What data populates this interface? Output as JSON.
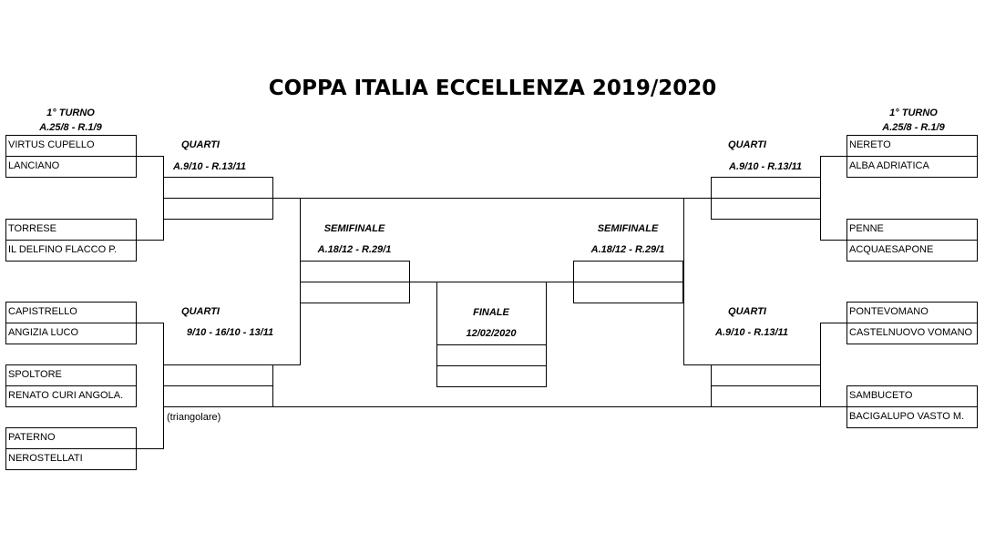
{
  "title": "COPPA ITALIA ECCELLENZA 2019/2020",
  "left": {
    "round1_label": "1° TURNO",
    "round1_dates": "A.25/8 - R.1/9",
    "quarti_top_label": "QUARTI",
    "quarti_top_dates": "A.9/10 - R.13/11",
    "quarti_bottom_label": "QUARTI",
    "quarti_bottom_dates": "9/10 - 16/10 - 13/11",
    "semi_label": "SEMIFINALE",
    "semi_dates": "A.18/12 - R.29/1",
    "triangolare_note": "(triangolare)",
    "teams": [
      "VIRTUS CUPELLO",
      "LANCIANO",
      "TORRESE",
      "IL DELFINO FLACCO P.",
      "CAPISTRELLO",
      "ANGIZIA LUCO",
      "SPOLTORE",
      "RENATO CURI ANGOLA.",
      "PATERNO",
      "NEROSTELLATI"
    ]
  },
  "right": {
    "round1_label": "1° TURNO",
    "round1_dates": "A.25/8 - R.1/9",
    "quarti_top_label": "QUARTI",
    "quarti_top_dates": "A.9/10 - R.13/11",
    "quarti_bottom_label": "QUARTI",
    "quarti_bottom_dates": "A.9/10 - R.13/11",
    "semi_label": "SEMIFINALE",
    "semi_dates": "A.18/12 - R.29/1",
    "teams": [
      "NERETO",
      "ALBA ADRIATICA",
      "PENNE",
      "ACQUAESAPONE",
      "PONTEVOMANO",
      "CASTELNUOVO VOMANO",
      "SAMBUCETO",
      "BACIGALUPO VASTO M."
    ]
  },
  "final": {
    "label": "FINALE",
    "date": "12/02/2020"
  }
}
